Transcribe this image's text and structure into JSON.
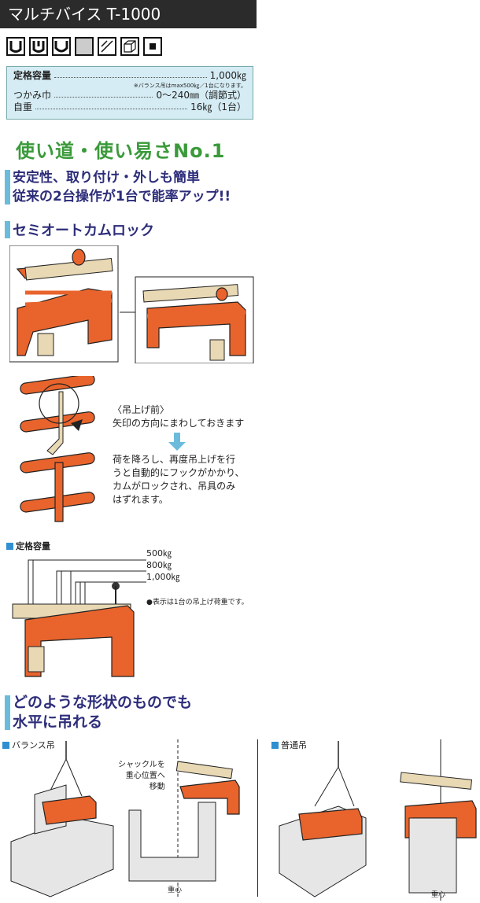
{
  "title": "マルチバイス T-1000",
  "spec": {
    "capacity_label": "定格容量",
    "capacity_value": "1,000㎏",
    "capacity_note": "※バランス吊はmax500㎏／1台になります。",
    "jaw_label": "つかみ巾",
    "jaw_value": "0〜240㎜（調節式）",
    "weight_label": "自重",
    "weight_value": "16㎏（1台）"
  },
  "headline": "使い道・使い易さNo.1",
  "feature1": {
    "line1": "安定性、取り付け・外しも簡単",
    "line2": "従来の2台操作が1台で能率アップ!!"
  },
  "section_cam": "セミオートカムロック",
  "before_lift": {
    "heading": "〈吊上げ前〉",
    "text": "矢印の方向にまわしておきます"
  },
  "after_text": {
    "l1": "荷を降ろし、再度吊上げを行",
    "l2": "うと自動的にフックがかかり、",
    "l3": "カムがロックされ、吊具のみ",
    "l4": "はずれます。"
  },
  "capacity_section": {
    "label": "定格容量",
    "values": [
      "500㎏",
      "800㎏",
      "1,000㎏"
    ],
    "note": "●表示は1台の吊上げ荷重です。"
  },
  "feature2": {
    "line1": "どのような形状のものでも",
    "line2": "水平に吊れる"
  },
  "balance": {
    "label": "バランス吊",
    "note1": "シャックルを",
    "note2": "重心位置へ",
    "note3": "移動",
    "center": "重心"
  },
  "normal": {
    "label": "普通吊",
    "center": "重心"
  },
  "colors": {
    "orange": "#e8642c",
    "navy": "#2d2d7a",
    "green": "#3a9a3a",
    "spec_bg": "#d5ecf4",
    "accent_blue": "#6bbcdc"
  }
}
